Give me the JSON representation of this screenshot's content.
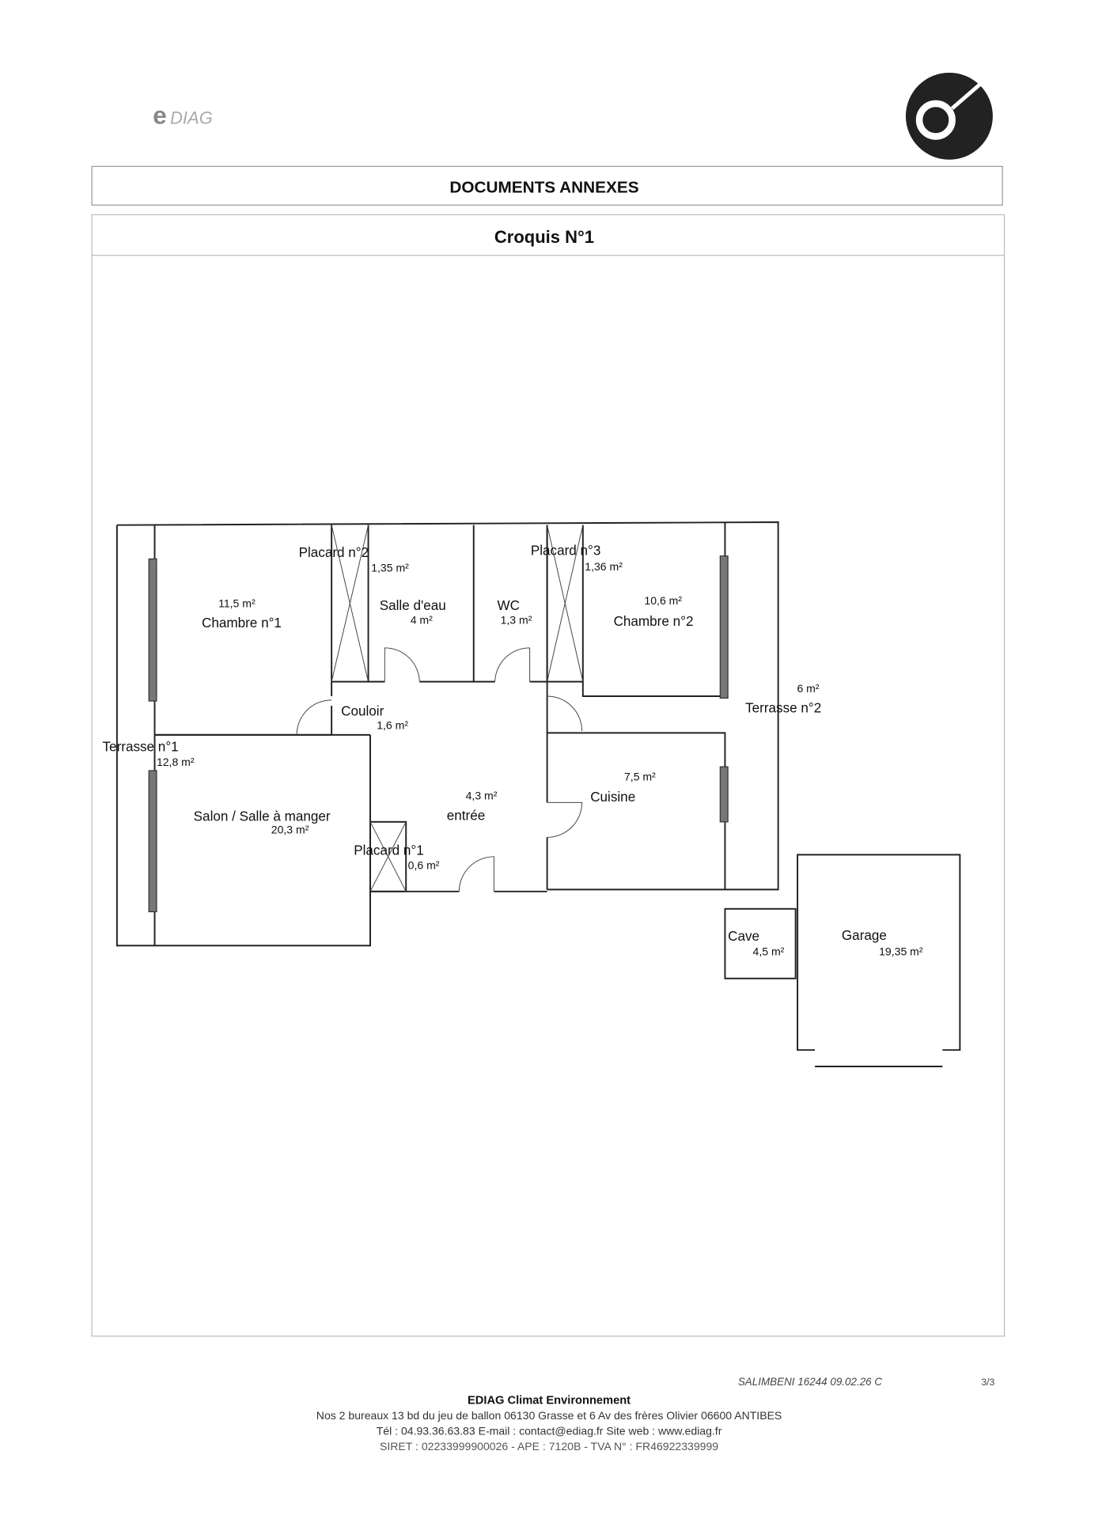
{
  "header": {
    "logo_text": "eDIAG",
    "section_title": "DOCUMENTS ANNEXES",
    "sketch_title": "Croquis N°1"
  },
  "rooms": {
    "chambre1": {
      "name": "Chambre n°1",
      "area": "11,5 m²"
    },
    "placard2": {
      "name": "Placard n°2",
      "area": "1,35 m²"
    },
    "salle_eau": {
      "name": "Salle d'eau",
      "area": "4 m²"
    },
    "wc": {
      "name": "WC",
      "area": "1,3 m²"
    },
    "placard3": {
      "name": "Placard n°3",
      "area": "1,36 m²"
    },
    "chambre2": {
      "name": "Chambre n°2",
      "area": "10,6 m²"
    },
    "terrasse2": {
      "name": "Terrasse n°2",
      "area": "6 m²"
    },
    "couloir": {
      "name": "Couloir",
      "area": "1,6 m²"
    },
    "terrasse1": {
      "name": "Terrasse n°1",
      "area": "12,8 m²"
    },
    "entree": {
      "name": "entrée",
      "area": "4,3 m²"
    },
    "cuisine": {
      "name": "Cuisine",
      "area": "7,5 m²"
    },
    "salon": {
      "name": "Salon / Salle à manger",
      "area": "20,3 m²"
    },
    "placard1": {
      "name": "Placard n°1",
      "area": "0,6 m²"
    },
    "cave": {
      "name": "Cave",
      "area": "4,5 m²"
    },
    "garage": {
      "name": "Garage",
      "area": "19,35 m²"
    }
  },
  "footer": {
    "reference": "SALIMBENI 16244 09.02.26 C",
    "page": "3/3",
    "company": "EDIAG Climat Environnement",
    "address": "Nos 2 bureaux 13 bd du jeu de ballon 06130 Grasse et 6 Av des frères Olivier   06600  ANTIBES",
    "contact": "Tél : 04.93.36.63.83  E-mail : contact@ediag.fr  Site web : www.ediag.fr",
    "legal": "SIRET : 02233999900026  - APE : 7120B  - TVA N° : FR46922339999"
  }
}
